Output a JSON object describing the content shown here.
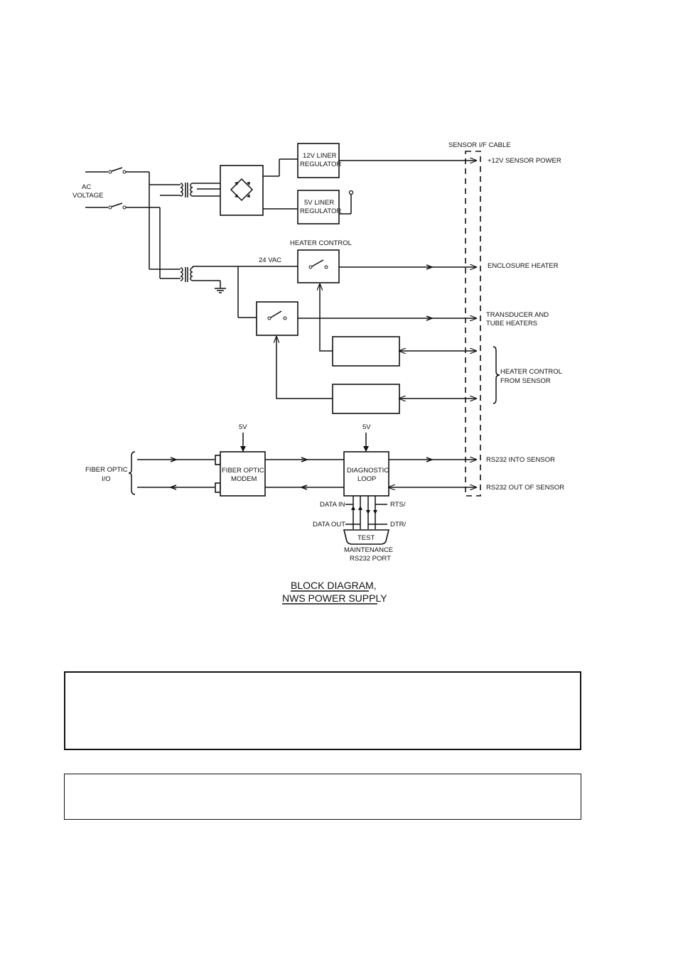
{
  "diagram": {
    "labels": {
      "sensor_if_cable": "SENSOR I/F CABLE",
      "ac_voltage_1": "AC",
      "ac_voltage_2": "VOLTAGE",
      "reg12_1": "12V LINER",
      "reg12_2": "REGULATOR",
      "reg5_1": "5V LINER",
      "reg5_2": "REGULATOR",
      "sensor_power": "+12V SENSOR POWER",
      "heater_control": "HEATER CONTROL",
      "vac24": "24 VAC",
      "enclosure_heater": "ENCLOSURE HEATER",
      "transducer_1": "TRANSDUCER AND",
      "transducer_2": "TUBE HEATERS",
      "heater_from_sensor_1": "HEATER CONTROL",
      "heater_from_sensor_2": "FROM SENSOR",
      "v5_modem": "5V",
      "v5_loop": "5V",
      "fiber_io_1": "FIBER OPTIC",
      "fiber_io_2": "I/O",
      "fiber_modem_1": "FIBER OPTIC",
      "fiber_modem_2": "MODEM",
      "diag_loop_1": "DIAGNOSTIC",
      "diag_loop_2": "LOOP",
      "rs232_into": "RS232 INTO SENSOR",
      "rs232_out": "RS232 OUT OF SENSOR",
      "data_in": "DATA IN",
      "data_out": "DATA OUT",
      "rts": "RTS/",
      "dtr": "DTR/",
      "test": "TEST",
      "maint_1": "MAINTENANCE",
      "maint_2": "RS232 PORT"
    },
    "caption_line1": "BLOCK DIAGRAM,",
    "caption_line2": "NWS POWER SUPPLY"
  },
  "panels": [
    {
      "text": ""
    },
    {
      "text": ""
    }
  ]
}
